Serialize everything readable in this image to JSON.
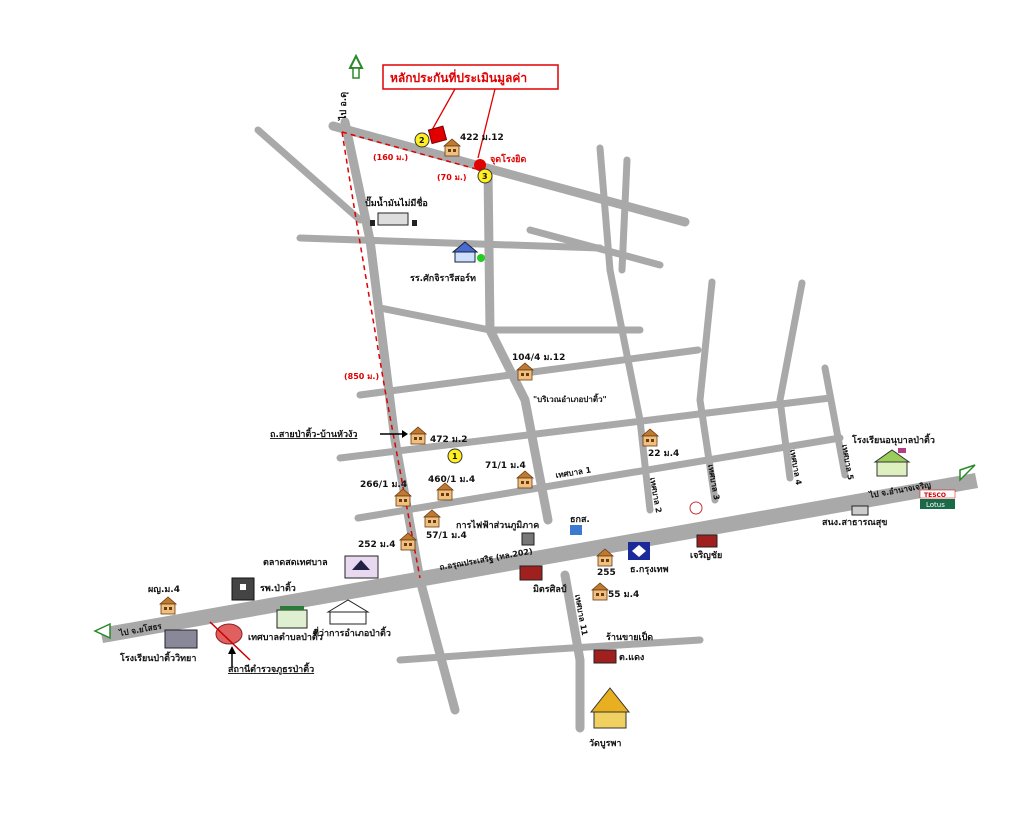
{
  "title": "หลักประกันที่ประเมินมูลค่า",
  "labels": {
    "north_arrow": "ไป อ.ดุ",
    "dist_160": "(160 ม.)",
    "dist_70": "(70 ม.)",
    "dist_850": "(850 ม.)",
    "house_422": "422 ม.12",
    "jod_ngern": "จุดโรงยิด",
    "pump": "ปั๊มน้ำมันไม่มีชื่อ",
    "school_sakjira": "รร.ศักจิรารีสอร์ท",
    "house_104": "104/4 ม.12",
    "district_area": "\"บริเวณอำเภอปาติ้ว\"",
    "road_sai": "ถ.สายป่าติ้ว-บ้านหัวงัว",
    "house_472": "472 ม.2",
    "house_22": "22 ม.4",
    "house_71": "71/1 ม.4",
    "house_266": "266/1 ม.4",
    "house_460": "460/1 ม.4",
    "house_57": "57/1 ม.4",
    "house_252": "252 ม.4",
    "house_255": "255",
    "house_55": "55 ม.4",
    "kindergarten": "โรงเรียนอนุบาลป่าติ้ว",
    "to_amnat": "ไป จ.อำนาจเจริญ",
    "health_station": "สนง.สาธารณสุข",
    "electric": "การไฟฟ้าส่วนภูมิภาค",
    "bank_baac": "ธกส.",
    "market": "ตลาดสดเทศบาล",
    "road_main": "ถ.อรุณประเสริฐ (ทล.202)",
    "bangkok_bank": "ธ.กรุงเทพ",
    "charoen": "เจริญชัย",
    "mitsin": "มิตรศิลป์",
    "hospital": "รพ.ป่าติ้ว",
    "health_center": "ผญ.ม.4",
    "municipality": "เทศบาลตำบลป่าติ้ว",
    "district_office": "ที่ว่าการอำเภอป่าติ้ว",
    "to_yasothon": "ไป จ.ยโสธร",
    "school_patiw": "โรงเรียนป่าติ้ววิทยา",
    "police": "สถานีตำรวจภูธรป่าติ้ว",
    "shop_duck": "ร้านขายเป็ด",
    "shop_duck2": "ต.แดง",
    "temple": "วัดบูรพา",
    "tesco": "TESCO",
    "lotus": "Lotus",
    "soi1": "เทศบาล 1",
    "soi2": "เทศบาล 2",
    "soi3": "เทศบาล 3",
    "soi4": "เทศบาล 4",
    "soi5": "เทศบาล 5",
    "soi11": "เทศบาล 11",
    "circle1": "1",
    "circle2": "2",
    "circle3": "3"
  },
  "colors": {
    "road": "#a9a9a9",
    "dashed": "#e00000",
    "house": "#d4a060",
    "marker": "#ffee22"
  }
}
